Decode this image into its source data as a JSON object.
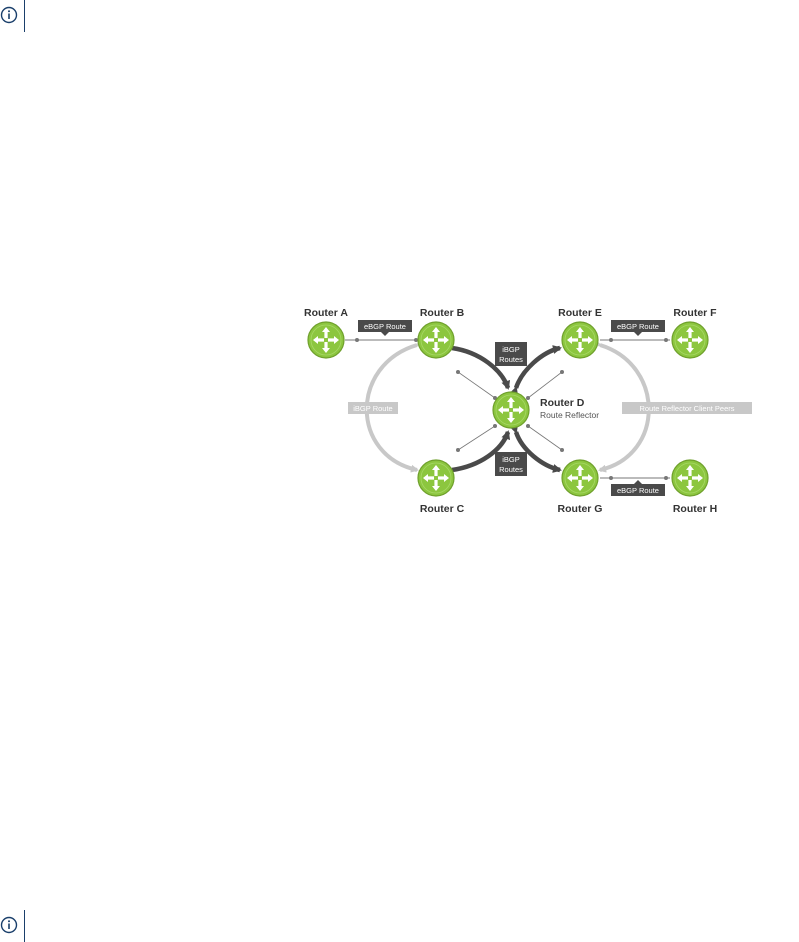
{
  "colors": {
    "router_fill": "#8cc63f",
    "router_ring": "#6fa02c",
    "tag_dark": "#4a4a4a",
    "tag_light": "#c8c8c8",
    "arrow_light": "#c8c8c8",
    "arrow_dark": "#4a4a4a",
    "note_icon": "#1a3f6b"
  },
  "icons": [
    "info-icon",
    "router-icon"
  ],
  "routers": {
    "a": {
      "label": "Router A"
    },
    "b": {
      "label": "Router B"
    },
    "c": {
      "label": "Router C"
    },
    "d": {
      "label": "Router D",
      "sublabel": "Route Reflector"
    },
    "e": {
      "label": "Router E"
    },
    "f": {
      "label": "Router F"
    },
    "g": {
      "label": "Router G"
    },
    "h": {
      "label": "Router H"
    }
  },
  "tags": {
    "ebgp_ab": "eBGP Route",
    "ebgp_ef": "eBGP Route",
    "ebgp_gh": "eBGP Route",
    "ibgp_bc": "iBGP Route",
    "client_peers": "Route Reflector Client Peers",
    "ibgp_routes_top": [
      "iBGP",
      "Routes"
    ],
    "ibgp_routes_bottom": [
      "iBGP",
      "Routes"
    ]
  }
}
